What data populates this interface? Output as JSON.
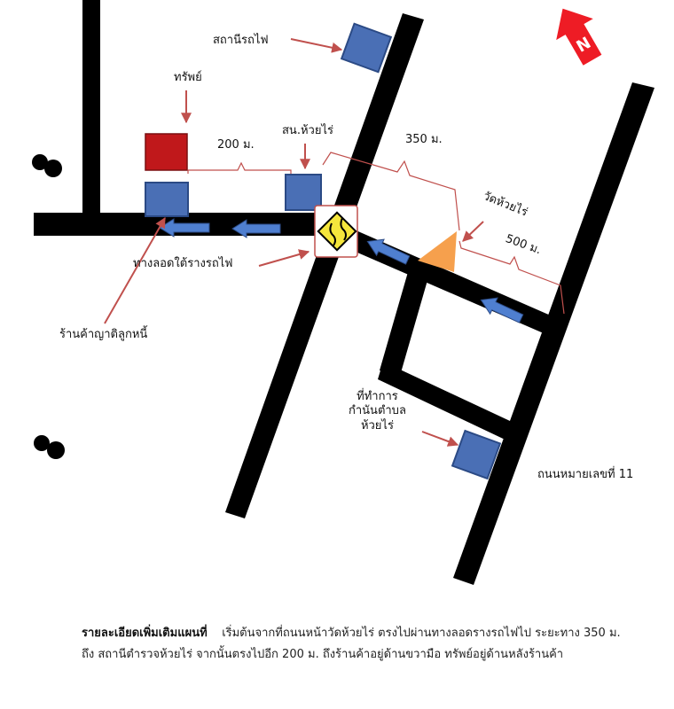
{
  "labels": {
    "station": "สถานีรถไฟ",
    "property": "ทรัพย์",
    "police": "สน.ห้วยไร่",
    "dist_200": "200 ม.",
    "dist_350": "350 ม.",
    "dist_500": "500 ม.",
    "temple": "วัดห้วยไร่",
    "underpass": "ทางลอดใต้รางรถไฟ",
    "shop": "ร้านค้าญาติลูกหนี้",
    "office_line1": "ที่ทำการ",
    "office_line2": "กำนันตำบล",
    "office_line3": "ห้วยไร่",
    "road": "ถนนหมายเลขที่ 11",
    "north": "N"
  },
  "description": {
    "heading": "รายละเอียดเพิ่มเติมแผนที่",
    "body": "เริ่มต้นจากที่ถนนหน้าวัดห้วยไร่ ตรงไปผ่านทางลอดรางรถไฟไป ระยะทาง 350 ม.  ถึง สถานีตำรวจห้วยไร่ จากนั้นตรงไปอีก 200 ม. ถึงร้านค้าอยู่ด้านขวามือ ทรัพย์อยู่ด้านหลังร้านค้า"
  },
  "colors": {
    "road": "#000000",
    "building": "#4a6fb5",
    "property": "#c0181b",
    "arrow_route": "#4f7fd0",
    "pointer": "#c0504d",
    "temple": "#f6a04d",
    "compass": "#ee1c25",
    "sign": "#f5e63c"
  }
}
